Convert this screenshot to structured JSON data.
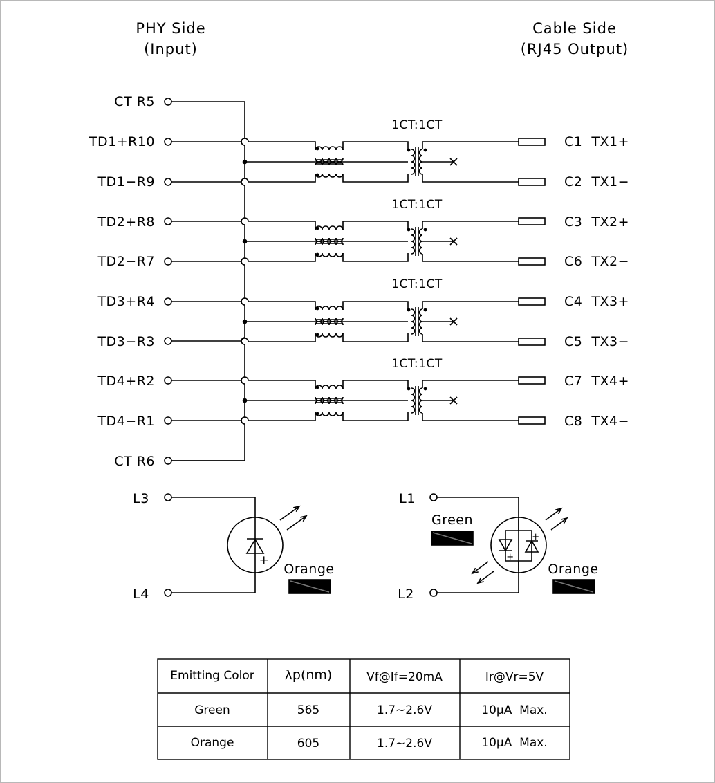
{
  "headers": {
    "phy_side": "PHY Side",
    "phy_input": "(Input)",
    "cable_side": "Cable Side",
    "cable_output": "(RJ45 Output)"
  },
  "left_pins": [
    "CT R5",
    "TD1+R10",
    "TD1−R9",
    "TD2+R8",
    "TD2−R7",
    "TD3+R4",
    "TD3−R3",
    "TD4+R2",
    "TD4−R1",
    "CT R6"
  ],
  "right_pins": [
    "C1  TX1+",
    "C2  TX1−",
    "C3  TX2+",
    "C6  TX2−",
    "C4  TX3+",
    "C5  TX3−",
    "C7  TX4+",
    "C8  TX4−"
  ],
  "ratio_label": "1CT:1CT",
  "led_left": {
    "pin_top": "L3",
    "pin_bottom": "L4",
    "color_label": "Orange",
    "plus": "+"
  },
  "led_right": {
    "pin_top": "L1",
    "pin_bottom": "L2",
    "color_label_1": "Green",
    "color_label_2": "Orange",
    "plus": "+"
  },
  "table": {
    "headers": [
      "Emitting Color",
      "λp(nm)",
      "Vf@If=20mA",
      "Ir@Vr=5V"
    ],
    "rows": [
      [
        "Green",
        "565",
        "1.7~2.6V",
        "10μA  Max."
      ],
      [
        "Orange",
        "605",
        "1.7~2.6V",
        "10μA  Max."
      ]
    ]
  }
}
